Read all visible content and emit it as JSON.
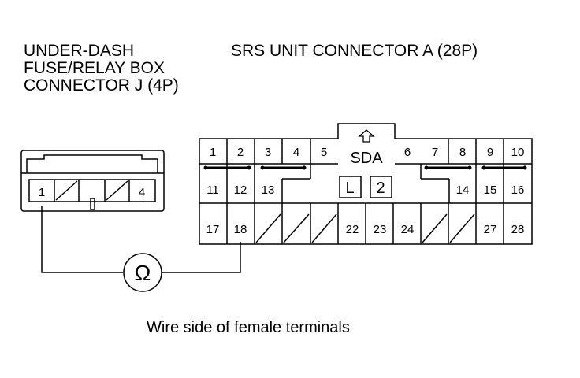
{
  "left_connector": {
    "title_lines": [
      "UNDER-DASH",
      "FUSE/RELAY BOX",
      "CONNECTOR J (4P)"
    ],
    "terminals": [
      "1",
      "4"
    ]
  },
  "right_connector": {
    "title": "SRS UNIT CONNECTOR A (28P)",
    "label_sda": "SDA",
    "box_l": "L",
    "box_2": "2",
    "terminals": {
      "t1": "1",
      "t2": "2",
      "t3": "3",
      "t4": "4",
      "t5": "5",
      "t6": "6",
      "t7": "7",
      "t8": "8",
      "t9": "9",
      "t10": "10",
      "t11": "11",
      "t12": "12",
      "t13": "13",
      "t14": "14",
      "t15": "15",
      "t16": "16",
      "t17": "17",
      "t18": "18",
      "t22": "22",
      "t23": "23",
      "t24": "24",
      "t27": "27",
      "t28": "28"
    }
  },
  "meter": {
    "symbol": "Ω"
  },
  "caption": "Wire side of female terminals"
}
